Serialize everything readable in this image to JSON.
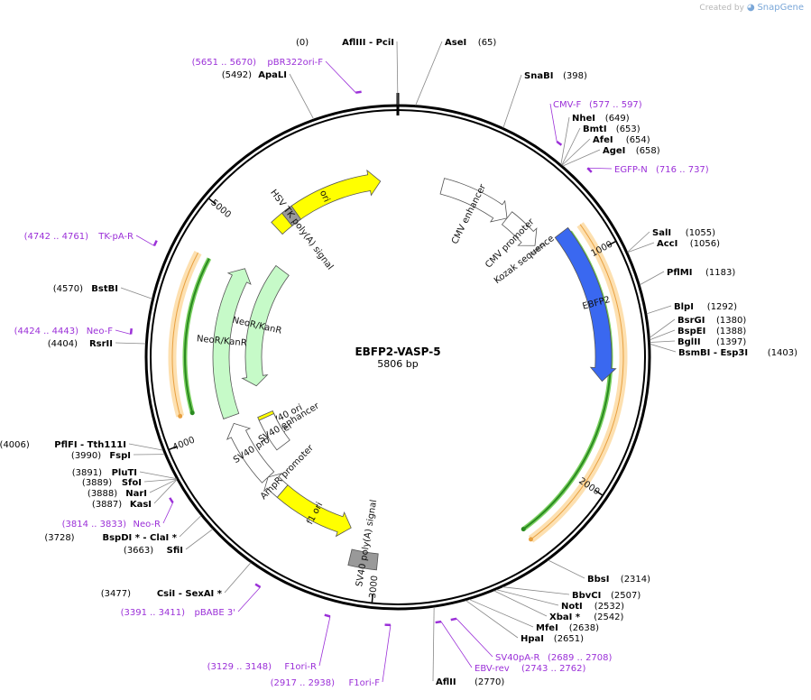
{
  "credit": {
    "prefix": "Created by",
    "brand": "SnapGene"
  },
  "plasmid": {
    "name": "EBFP2-VASP-5",
    "length_label": "5806 bp",
    "length": 5806
  },
  "ticks": [
    {
      "bp": 1000,
      "label": "1000"
    },
    {
      "bp": 2000,
      "label": "2000"
    },
    {
      "bp": 3000,
      "label": "3000"
    },
    {
      "bp": 4000,
      "label": "4000"
    },
    {
      "bp": 5000,
      "label": "5000"
    }
  ],
  "features": [
    {
      "name": "ori",
      "label": "ori",
      "start": 5110,
      "end": 5715,
      "dir": 1,
      "ring": 2,
      "color": "#ffff00"
    },
    {
      "name": "cmv-enhancer",
      "label": "CMV enhancer",
      "start": 235,
      "end": 615,
      "dir": 1,
      "ring": 2,
      "color": "#ffffff"
    },
    {
      "name": "cmv-promoter",
      "label": "CMV promoter",
      "start": 615,
      "end": 820,
      "dir": 1,
      "ring": 2,
      "color": "#ffffff"
    },
    {
      "name": "kozak-sequence",
      "label": "Kozak sequence",
      "start": 838,
      "end": 848,
      "dir": 0,
      "ring": 2,
      "color": "#ffffff"
    },
    {
      "name": "ebfp2",
      "label": "EBFP2",
      "start": 850,
      "end": 1560,
      "dir": 1,
      "ring": 1,
      "color": "#3a68f0"
    },
    {
      "name": "sv40-polya-signal",
      "label": "SV40 poly(A) signal",
      "start": 2995,
      "end": 3120,
      "dir": 0,
      "ring": 1,
      "color": "#999999"
    },
    {
      "name": "f1-ori",
      "label": "f1 ori",
      "start": 3150,
      "end": 3560,
      "dir": -1,
      "ring": 2,
      "color": "#ffff00"
    },
    {
      "name": "ampr-promoter",
      "label": "AmpR promoter",
      "start": 3560,
      "end": 3665,
      "dir": 1,
      "ring": 2,
      "color": "#ffffff"
    },
    {
      "name": "sv40-promoter",
      "label": "SV40 promoter",
      "start": 3665,
      "end": 4000,
      "dir": 1,
      "ring": 2,
      "color": "#ffffff"
    },
    {
      "name": "sv40-ori",
      "label": "SV40 ori",
      "start": 3850,
      "end": 3980,
      "dir": 0,
      "ring": 3,
      "color": "#ffff00"
    },
    {
      "name": "sv40-enhancer",
      "label": "SV40 enhancer",
      "start": 3750,
      "end": 3960,
      "dir": 0,
      "ring": 3,
      "color": "#ffffff"
    },
    {
      "name": "neo-kanr-inner",
      "label": "NeoR/KanR",
      "start": 4170,
      "end": 4950,
      "dir": -1,
      "ring": 3,
      "color": "#c6fac8"
    },
    {
      "name": "neo-kanr-outer",
      "label": "NeoR/KanR",
      "start": 4040,
      "end": 4840,
      "dir": 1,
      "ring": 2,
      "color": "#c6fac8"
    },
    {
      "name": "hsv-tk-polya-signal",
      "label": "HSV TK poly(A) signal",
      "start": 5180,
      "end": 5240,
      "dir": 0,
      "ring": 2,
      "color": "#999999"
    }
  ],
  "orfs": [
    {
      "start": 870,
      "end": 2090,
      "dir": 1
    },
    {
      "start": 2080,
      "end": 2320,
      "dir": 1
    },
    {
      "start": 4110,
      "end": 4800,
      "dir": -1
    }
  ],
  "enzymes": [
    {
      "name": "AflIII  - PciI",
      "pos_label": "(0)",
      "bp": 0,
      "side": "left"
    },
    {
      "name": "AseI",
      "pos_label": "(65)",
      "bp": 65,
      "side": "right"
    },
    {
      "name": "SnaBI",
      "pos_label": "(398)",
      "bp": 398,
      "side": "right"
    },
    {
      "name": "NheI",
      "pos_label": "(649)",
      "bp": 649,
      "side": "right"
    },
    {
      "name": "BmtI",
      "pos_label": "(653)",
      "bp": 653,
      "side": "right"
    },
    {
      "name": "AfeI",
      "pos_label": "(654)",
      "bp": 654,
      "side": "right"
    },
    {
      "name": "AgeI",
      "pos_label": "(658)",
      "bp": 658,
      "side": "right"
    },
    {
      "name": "SalI",
      "pos_label": "(1055)",
      "bp": 1055,
      "side": "right"
    },
    {
      "name": "AccI",
      "pos_label": "(1056)",
      "bp": 1056,
      "side": "right"
    },
    {
      "name": "PflMI",
      "pos_label": "(1183)",
      "bp": 1183,
      "side": "right"
    },
    {
      "name": "BlpI",
      "pos_label": "(1292)",
      "bp": 1292,
      "side": "right"
    },
    {
      "name": "BsrGI",
      "pos_label": "(1380)",
      "bp": 1380,
      "side": "right"
    },
    {
      "name": "BspEI",
      "pos_label": "(1388)",
      "bp": 1388,
      "side": "right"
    },
    {
      "name": "BglII",
      "pos_label": "(1397)",
      "bp": 1397,
      "side": "right"
    },
    {
      "name": "BsmBI  - Esp3I",
      "pos_label": "(1403)",
      "bp": 1403,
      "side": "right"
    },
    {
      "name": "BbsI",
      "pos_label": "(2314)",
      "bp": 2314,
      "side": "right"
    },
    {
      "name": "BbvCI",
      "pos_label": "(2507)",
      "bp": 2507,
      "side": "right"
    },
    {
      "name": "NotI",
      "pos_label": "(2532)",
      "bp": 2532,
      "side": "right"
    },
    {
      "name": "XbaI *",
      "pos_label": "(2542)",
      "bp": 2542,
      "side": "right"
    },
    {
      "name": "MfeI",
      "pos_label": "(2638)",
      "bp": 2638,
      "side": "right"
    },
    {
      "name": "HpaI",
      "pos_label": "(2651)",
      "bp": 2651,
      "side": "right"
    },
    {
      "name": "AflII",
      "pos_label": "(2770)",
      "bp": 2770,
      "side": "right"
    },
    {
      "name": "CsiI  - SexAI *",
      "pos_label": "(3477)",
      "bp": 3477,
      "side": "left"
    },
    {
      "name": "SfiI",
      "pos_label": "(3663)",
      "bp": 3663,
      "side": "left"
    },
    {
      "name": "BspDI *  - ClaI *",
      "pos_label": "(3728)",
      "bp": 3728,
      "side": "left"
    },
    {
      "name": "KasI",
      "pos_label": "(3887)",
      "bp": 3887,
      "side": "left"
    },
    {
      "name": "NarI",
      "pos_label": "(3888)",
      "bp": 3888,
      "side": "left"
    },
    {
      "name": "SfoI",
      "pos_label": "(3889)",
      "bp": 3889,
      "side": "left"
    },
    {
      "name": "PluTI",
      "pos_label": "(3891)",
      "bp": 3891,
      "side": "left"
    },
    {
      "name": "FspI",
      "pos_label": "(3990)",
      "bp": 3990,
      "side": "left"
    },
    {
      "name": "PflFI  - Tth111I",
      "pos_label": "(4006)",
      "bp": 4006,
      "side": "left"
    },
    {
      "name": "RsrII",
      "pos_label": "(4404)",
      "bp": 4404,
      "side": "left"
    },
    {
      "name": "BstBI",
      "pos_label": "(4570)",
      "bp": 4570,
      "side": "left"
    },
    {
      "name": "ApaLI",
      "pos_label": "(5492)",
      "bp": 5492,
      "side": "left"
    }
  ],
  "primers": [
    {
      "name": "pBR322ori-F",
      "range_label": "(5651 .. 5670)",
      "bp": 5660,
      "side": "left"
    },
    {
      "name": "CMV-F",
      "range_label": "(577 .. 597)",
      "bp": 587,
      "side": "right"
    },
    {
      "name": "EGFP-N",
      "range_label": "(716 .. 737)",
      "bp": 727,
      "side": "right"
    },
    {
      "name": "TK-pA-R",
      "range_label": "(4742 .. 4761)",
      "bp": 4751,
      "side": "left"
    },
    {
      "name": "Neo-F",
      "range_label": "(4424 .. 4443)",
      "bp": 4434,
      "side": "left"
    },
    {
      "name": "Neo-R",
      "range_label": "(3814 .. 3833)",
      "bp": 3824,
      "side": "left"
    },
    {
      "name": "pBABE 3'",
      "range_label": "(3391 .. 3411)",
      "bp": 3401,
      "side": "left"
    },
    {
      "name": "F1ori-R",
      "range_label": "(3129 .. 3148)",
      "bp": 3139,
      "side": "left"
    },
    {
      "name": "F1ori-F",
      "range_label": "(2917 .. 2938)",
      "bp": 2928,
      "side": "left"
    },
    {
      "name": "EBV-rev",
      "range_label": "(2743 .. 2762)",
      "bp": 2753,
      "side": "right"
    },
    {
      "name": "SV40pA-R",
      "range_label": "(2689 .. 2708)",
      "bp": 2699,
      "side": "right"
    }
  ],
  "colors": {
    "backbone": "#000000",
    "primer": "#9b30d8",
    "orf_fill": "#fde0b0",
    "orf_stroke": "#e8a040",
    "orf_line": "#2a8a20",
    "orf_line_bright": "#7ad060"
  }
}
